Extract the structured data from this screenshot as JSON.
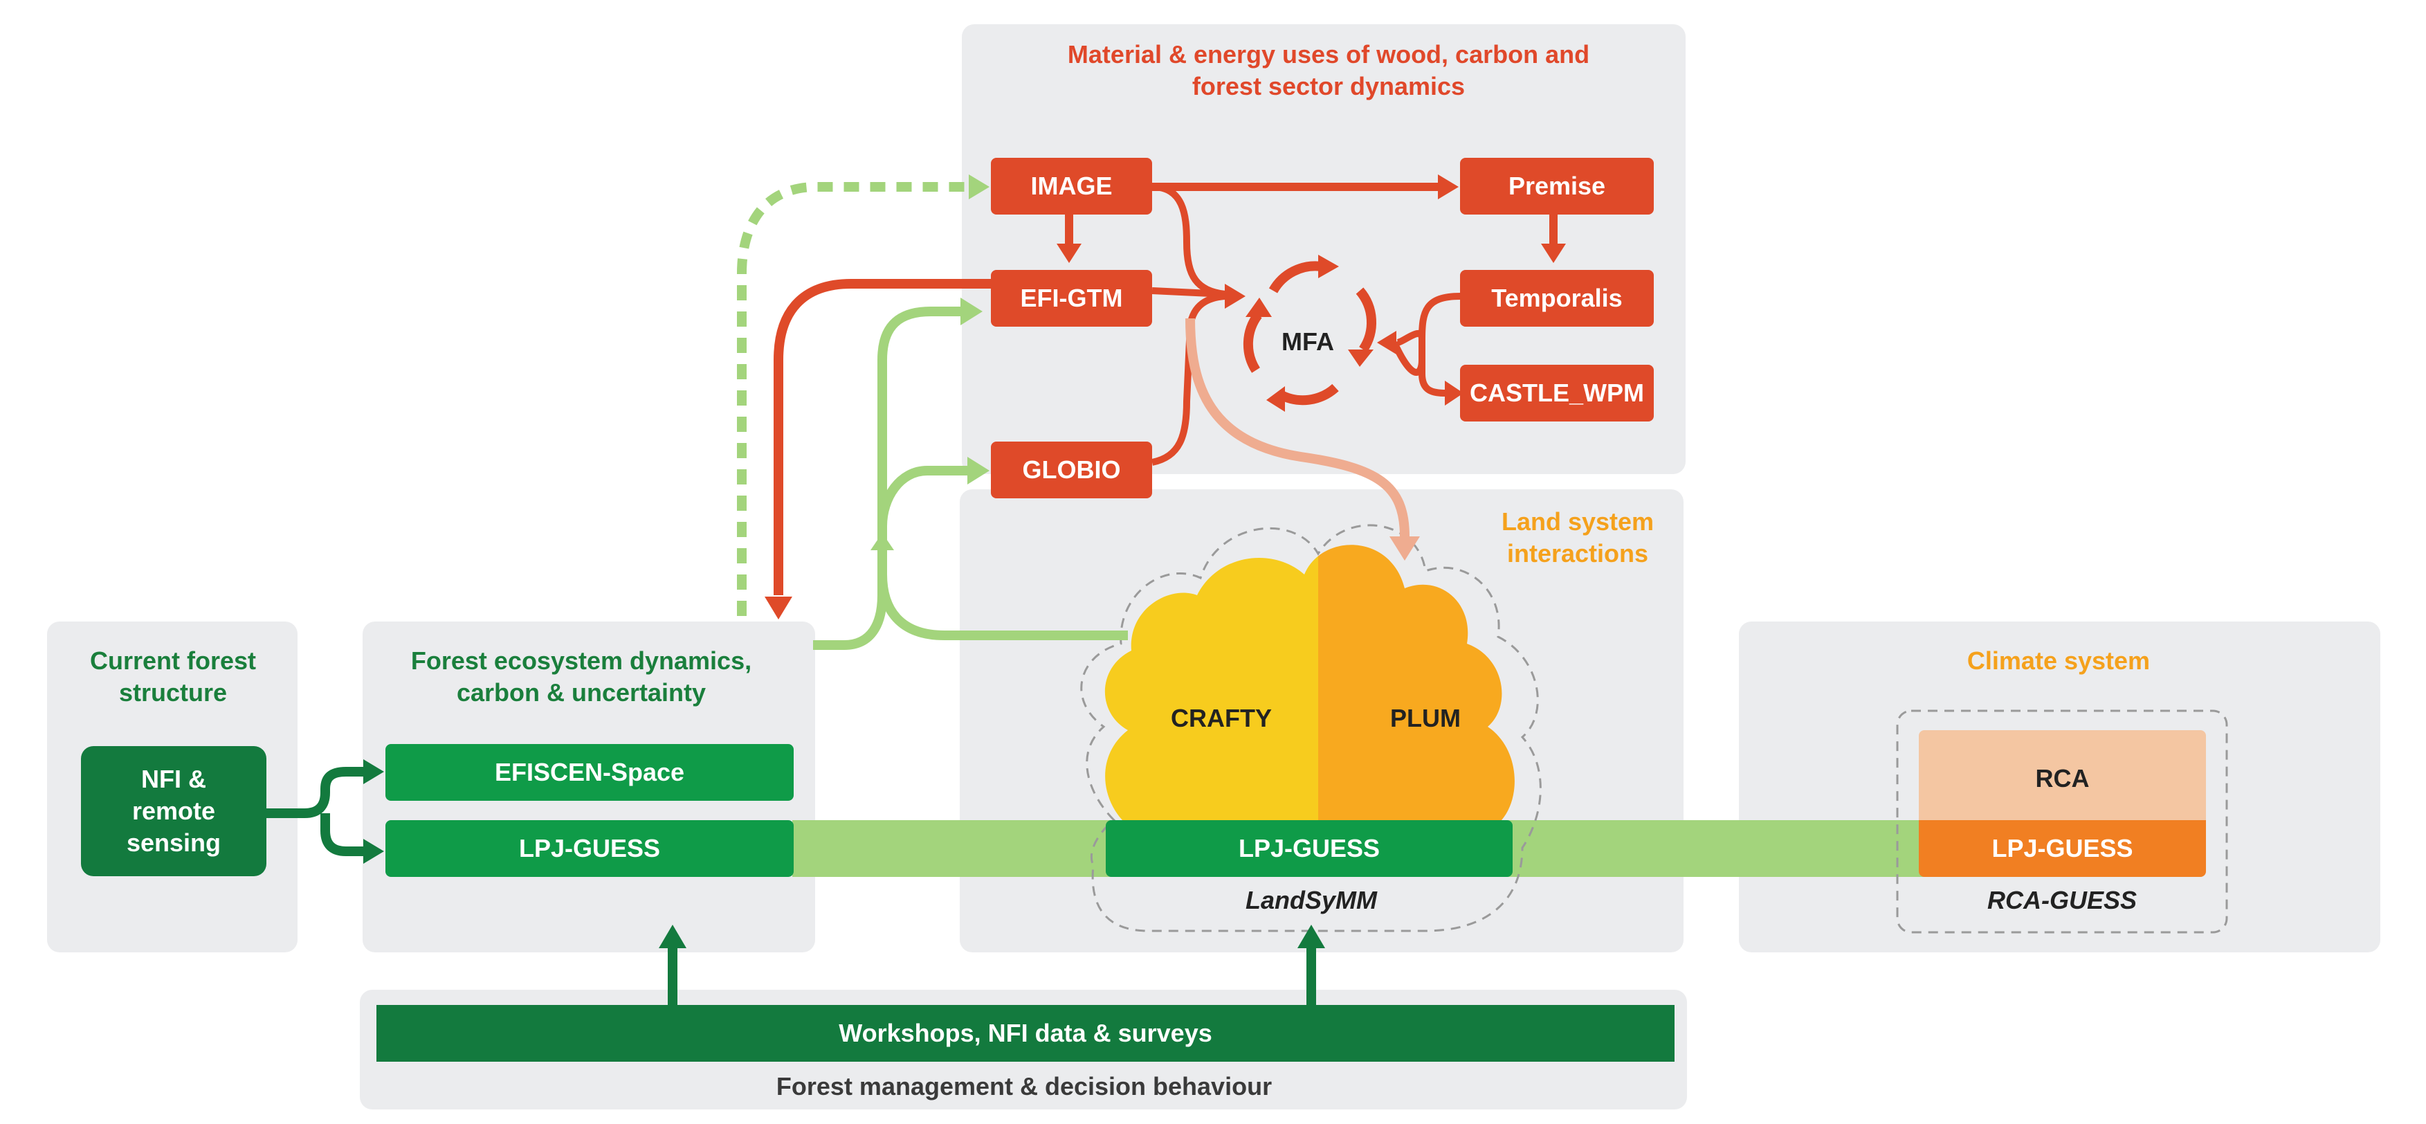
{
  "panels": {
    "current": {
      "title": "Current forest structure"
    },
    "forest_eco": {
      "title": "Forest ecosystem dynamics, carbon & uncertainty"
    },
    "material": {
      "title": "Material & energy uses of wood, carbon and forest sector dynamics"
    },
    "land": {
      "title": "Land system interactions"
    },
    "climate": {
      "title": "Climate system"
    },
    "management": {
      "title": "Forest management & decision behaviour"
    }
  },
  "boxes": {
    "nfi": "NFI & remote sensing",
    "efiscen": "EFISCEN-Space",
    "lpj_forest": "LPJ-GUESS",
    "image": "IMAGE",
    "efi_gtm": "EFI-GTM",
    "globio": "GLOBIO",
    "premise": "Premise",
    "temporalis": "Temporalis",
    "castle": "CASTLE_WPM",
    "mfa": "MFA",
    "crafty": "CRAFTY",
    "plum": "PLUM",
    "lpj_land": "LPJ-GUESS",
    "landsymm": "LandSyMM",
    "rca": "RCA",
    "lpj_climate": "LPJ-GUESS",
    "rca_guess": "RCA-GUESS",
    "workshops": "Workshops, NFI data & surveys"
  },
  "colors": {
    "red": "#df4a29",
    "green": "#0f9b48",
    "dark_green": "#137a3e",
    "light_green": "#a3d47c",
    "yellow": "#f7cc1e",
    "amber": "#f8a91f",
    "orange": "#f17f22",
    "peach": "#f4c6a2",
    "panel_grey": "#ebecee"
  }
}
